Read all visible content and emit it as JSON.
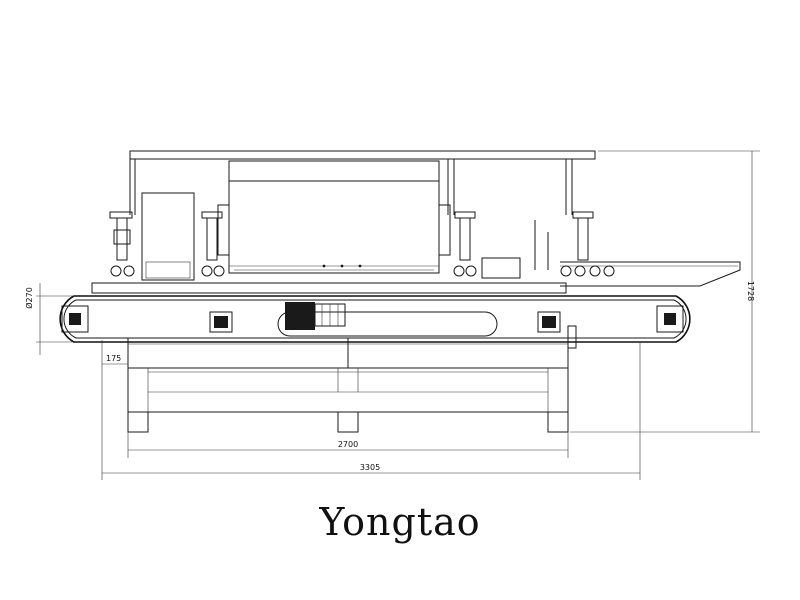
{
  "dimensions": {
    "diameter": "Ø270",
    "height": "1728",
    "offset": "175",
    "frame_length": "2700",
    "overall_length": "3305"
  },
  "brand": "Yongtao"
}
